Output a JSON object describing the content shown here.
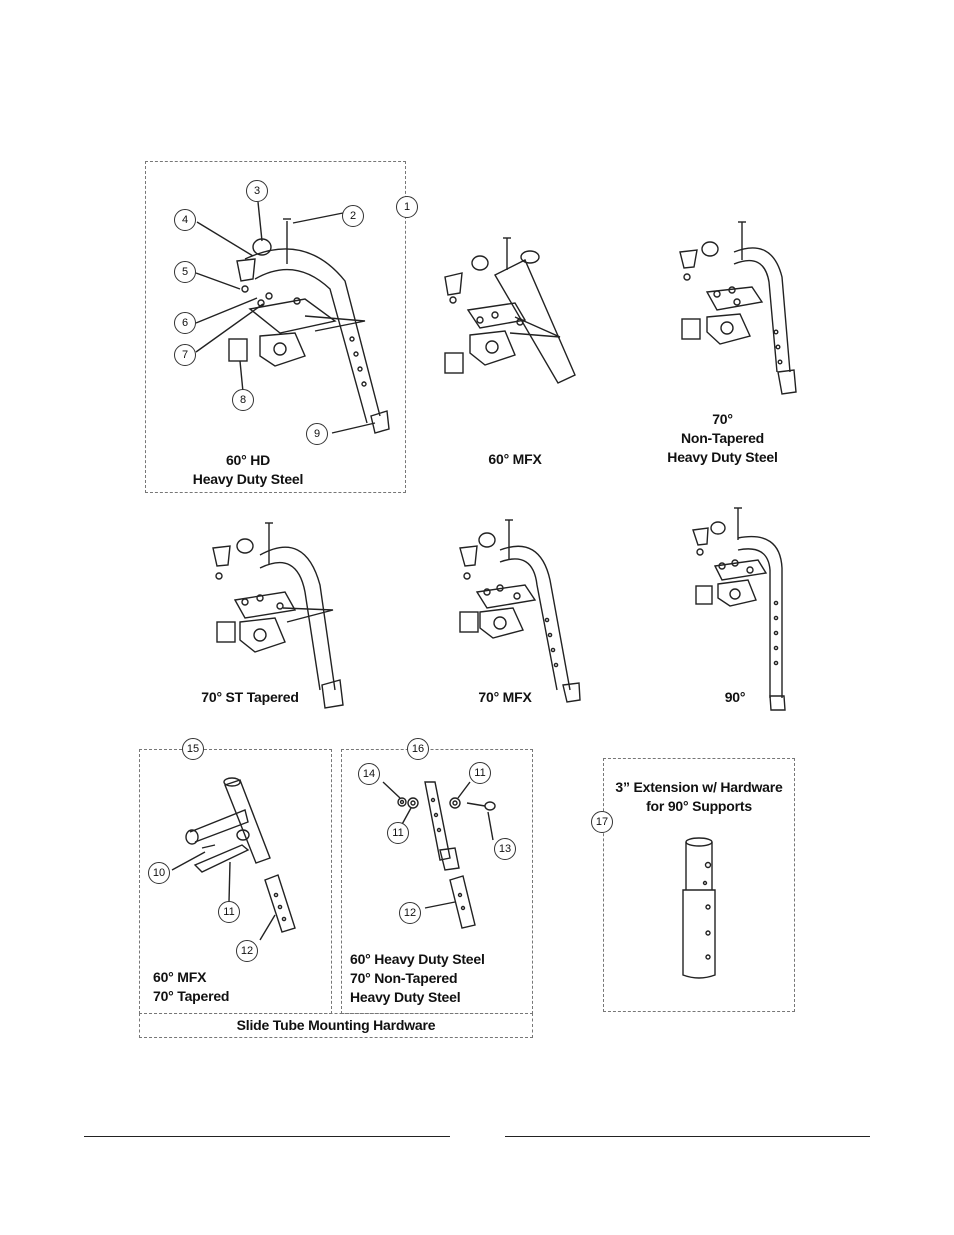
{
  "callouts": {
    "c1": "1",
    "c2": "2",
    "c3": "3",
    "c4": "4",
    "c5": "5",
    "c6": "6",
    "c7": "7",
    "c8": "8",
    "c9": "9",
    "c10": "10",
    "c11a": "11",
    "c11b": "11",
    "c11c": "11",
    "c12a": "12",
    "c12b": "12",
    "c13": "13",
    "c14": "14",
    "c15": "15",
    "c16": "16",
    "c17": "17"
  },
  "panels": {
    "p60hd": {
      "line1": "60° HD",
      "line2": "Heavy Duty Steel"
    },
    "p60mfx": {
      "line1": "60° MFX"
    },
    "p70nt": {
      "line1": "70°",
      "line2": "Non-Tapered",
      "line3": "Heavy Duty Steel"
    },
    "p70st": {
      "line1": "70° ST Tapered"
    },
    "p70mfx": {
      "line1": "70° MFX"
    },
    "p90": {
      "line1": "90°"
    },
    "slide15": {
      "line1": "60° MFX",
      "line2": "70° Tapered"
    },
    "slide16": {
      "line1": "60° Heavy Duty Steel",
      "line2": "70° Non-Tapered",
      "line3": "Heavy Duty Steel"
    },
    "slide_footer": "Slide Tube Mounting Hardware",
    "ext17": {
      "line1": "3” Extension w/ Hardware",
      "line2": "for 90° Supports"
    }
  }
}
